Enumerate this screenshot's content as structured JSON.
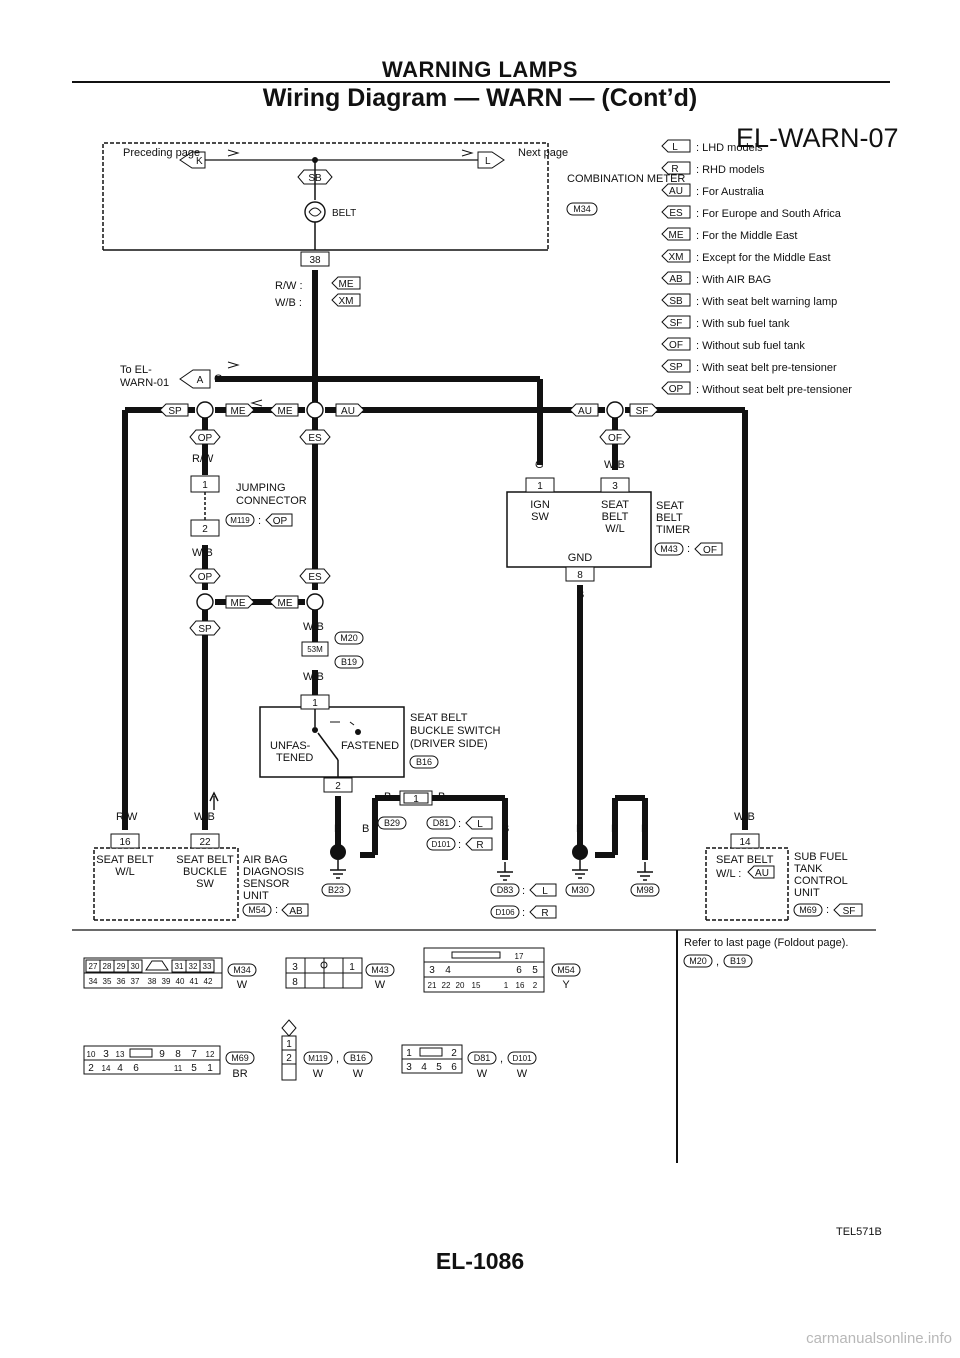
{
  "header": {
    "section": "WARNING LAMPS",
    "title": "Wiring Diagram — WARN — (Cont’d)"
  },
  "diagram_id": "EL-WARN-07",
  "legend": [
    {
      "code": "L",
      "text": ": LHD models"
    },
    {
      "code": "R",
      "text": ": RHD models"
    },
    {
      "code": "AU",
      "text": ": For Australia"
    },
    {
      "code": "ES",
      "text": ": For Europe and South Africa"
    },
    {
      "code": "ME",
      "text": ": For the Middle East"
    },
    {
      "code": "XM",
      "text": ": Except for the Middle East"
    },
    {
      "code": "AB",
      "text": ": With AIR BAG"
    },
    {
      "code": "SB",
      "text": ": With seat belt warning lamp"
    },
    {
      "code": "SF",
      "text": ": With sub fuel tank"
    },
    {
      "code": "OF",
      "text": ": Without sub fuel tank"
    },
    {
      "code": "SP",
      "text": ": With seat belt pre-tensioner"
    },
    {
      "code": "OP",
      "text": ": Without seat belt pre-tensioner"
    }
  ],
  "meter": {
    "prev": "Preceding page",
    "prev_term": "K",
    "next": "Next page",
    "next_term": "L",
    "sb": "SB",
    "belt": "BELT",
    "name": "COMBINATION METER",
    "conn": "M34",
    "pin": "38",
    "rw": "R/W :",
    "me": "ME",
    "wb": "W/B :",
    "xm": "XM"
  },
  "to_warn": {
    "l1": "To EL-",
    "l2": "WARN-01",
    "term": "A",
    "wire": "G"
  },
  "junctions": {
    "sp": "SP",
    "me1": "ME",
    "me2": "ME",
    "au1": "AU",
    "au2": "AU",
    "sf": "SF",
    "op1": "OP",
    "es1": "ES",
    "of": "OF",
    "op2": "OP",
    "es2": "ES",
    "me3": "ME",
    "me4": "ME",
    "sp2": "SP"
  },
  "jumping": {
    "rw": "R/W",
    "pin1": "1",
    "pin2": "2",
    "l1": "JUMPING",
    "l2": "CONNECTOR",
    "conn": "M119",
    "colon": ":",
    "code": "OP",
    "wb": "W/B"
  },
  "timer": {
    "wire_g": "G",
    "wire_wb": "W/B",
    "pin1": "1",
    "pin3": "3",
    "ign1": "IGN",
    "ign2": "SW",
    "s1": "SEAT",
    "s2": "BELT",
    "s3": "W/L",
    "gnd": "GND",
    "pin8": "8",
    "n1": "SEAT",
    "n2": "BELT",
    "n3": "TIMER",
    "conn": "M43",
    "colon": ":",
    "code": "OF",
    "wire_b": "B"
  },
  "buckle": {
    "wb1": "W/B",
    "m20": "M20",
    "jc": "53M",
    "b19": "B19",
    "wb2": "W/B",
    "pin1": "1",
    "unf1": "UNFAS-",
    "unf2": "TENED",
    "fast": "FASTENED",
    "n1": "SEAT BELT",
    "n2": "BUCKLE SWITCH",
    "n3": "(DRIVER SIDE)",
    "conn": "B16",
    "pin2": "2"
  },
  "grounds": {
    "b1": "B",
    "b2": "B",
    "b3": "B",
    "b29": "B29",
    "jpin": "1",
    "b4": "B",
    "b5": "B",
    "d81": "D81",
    "colon1": ":",
    "l": "L",
    "d101": "D101",
    "colon2": ":",
    "r": "R",
    "b23": "B23",
    "d83": "D83",
    "colon3": ":",
    "l2": "L",
    "d106": "D106",
    "colon4": ":",
    "r2": "R",
    "b6": "B",
    "b7": "B",
    "b8": "B",
    "m30": "M30",
    "m98": "M98"
  },
  "airbag": {
    "rw": "R/W",
    "wb": "W/B",
    "pin16": "16",
    "pin22": "22",
    "sb1": "SEAT BELT",
    "sb2": "W/L",
    "bk1": "SEAT BELT",
    "bk2": "BUCKLE",
    "bk3": "SW",
    "n1": "AIR BAG",
    "n2": "DIAGNOSIS",
    "n3": "SENSOR",
    "n4": "UNIT",
    "conn": "M54",
    "colon": ":",
    "code": "AB"
  },
  "subfuel": {
    "wb": "W/B",
    "pin": "14",
    "s1": "SEAT BELT",
    "s2": "W/L :",
    "au": "AU",
    "n1": "SUB FUEL",
    "n2": "TANK",
    "n3": "CONTROL",
    "n4": "UNIT",
    "conn": "M69",
    "colon": ":",
    "code": "SF"
  },
  "connectors": {
    "m34_top": [
      "27",
      "28",
      "29",
      "30",
      "31",
      "32",
      "33"
    ],
    "m34_bot": [
      "34",
      "35",
      "36",
      "37",
      "38",
      "39",
      "40",
      "41",
      "42"
    ],
    "m34": "M34",
    "m34c": "W",
    "m43_top": [
      "3",
      "1"
    ],
    "m43_bot": [
      "8"
    ],
    "m43": "M43",
    "m43c": "W",
    "m54_top": [
      "17"
    ],
    "m54_mid": [
      "3",
      "4",
      "6",
      "5"
    ],
    "m54_bot": [
      "21",
      "22",
      "20",
      "15",
      "1",
      "16",
      "2"
    ],
    "m54": "M54",
    "m54c": "Y",
    "m69_top": [
      "10",
      "3",
      "13",
      "9",
      "8",
      "7",
      "12"
    ],
    "m69_bot": [
      "2",
      "14",
      "4",
      "6",
      "11",
      "5",
      "1"
    ],
    "m69": "M69",
    "m69c": "BR",
    "m119_pins": [
      "1",
      "2"
    ],
    "m119": "M119",
    "comma1": ",",
    "b16": "B16",
    "m119c": "W",
    "b16c": "W",
    "d81_top": [
      "1",
      "2"
    ],
    "d81_bot": [
      "3",
      "4",
      "5",
      "6"
    ],
    "d81": "D81",
    "comma2": ",",
    "d101": "D101",
    "d81c": "W",
    "d101c": "W",
    "refer": "Refer to last page (Foldout page).",
    "r_m20": "M20",
    "comma3": ",",
    "r_b19": "B19"
  },
  "figure_code": "TEL571B",
  "page_number": "EL-1086",
  "watermark": "carmanualsonline.info"
}
